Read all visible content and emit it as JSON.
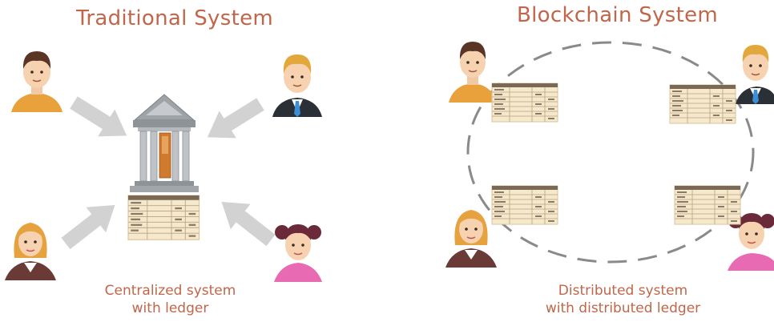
{
  "traditional": {
    "title": "Traditional System",
    "caption_line1": "Centralized system",
    "caption_line2": "with ledger"
  },
  "blockchain": {
    "title": "Blockchain System",
    "caption_line1": "Distributed system",
    "caption_line2": "with distributed ledger"
  },
  "colors": {
    "accent_text": "#c0664a",
    "arrow": "#cfcfcf",
    "bank": "#a9acb0",
    "bank_door": "#cf7a2f",
    "ledger": "#f3e3c4",
    "circle_dash": "#8a8a8a"
  },
  "icons": [
    "person-icon",
    "bank-icon",
    "ledger-icon",
    "arrow-icon"
  ]
}
